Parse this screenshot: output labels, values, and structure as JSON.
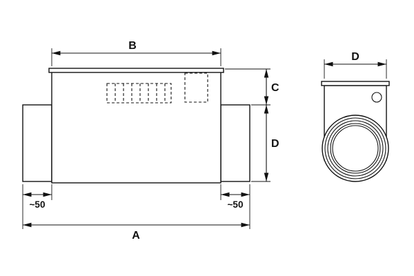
{
  "drawing": {
    "labels": {
      "dim_b": "B",
      "dim_c": "C",
      "dim_d_side": "D",
      "dim_a": "A",
      "dim_collar_left": "~50",
      "dim_collar_right": "~50",
      "dim_d_end": "D"
    },
    "colors": {
      "line": "#111111",
      "background": "#ffffff"
    }
  }
}
